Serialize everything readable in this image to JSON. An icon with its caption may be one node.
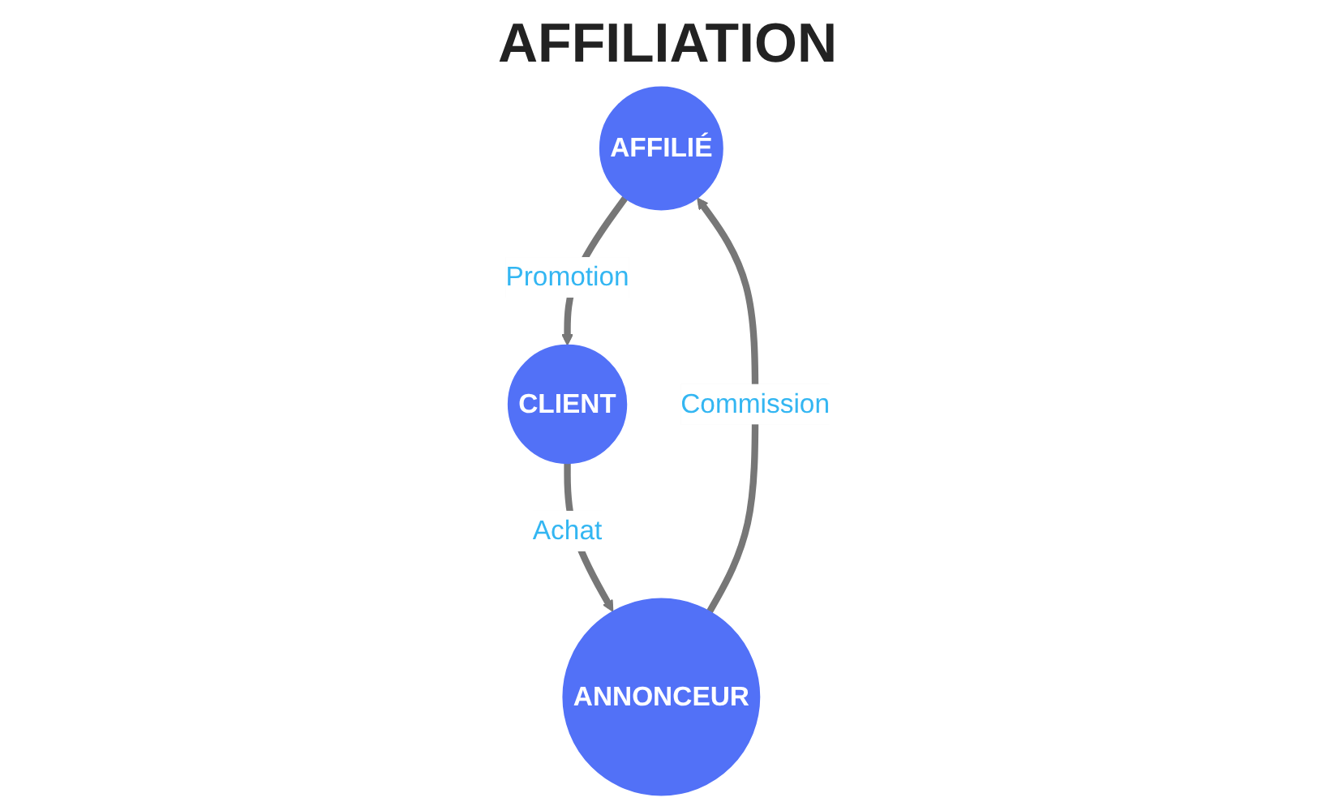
{
  "diagram": {
    "title": "AFFILIATION",
    "nodes": [
      {
        "text": [
          "AFFILIÉ"
        ]
      },
      {
        "text": [
          "CLIENT"
        ]
      },
      {
        "text": [
          "ANNONCEUR"
        ]
      }
    ],
    "edges": [
      {
        "from": 0,
        "to": 1,
        "arrow": "to",
        "label": "Promotion"
      },
      {
        "from": 1,
        "to": 2,
        "arrow": "to",
        "label": "Achat"
      },
      {
        "from": 2,
        "to": 0,
        "arrow": "to",
        "label": "Commission"
      }
    ]
  }
}
